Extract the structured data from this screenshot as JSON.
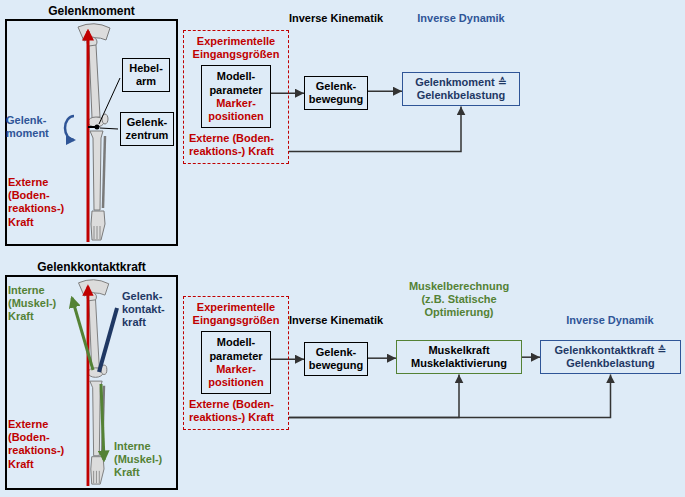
{
  "diagram": {
    "nodes": [
      {
        "text": [
          "Gelenkmoment"
        ]
      },
      {
        "text": [
          "Hebel- arm"
        ],
        "in": 0
      },
      {
        "text": [
          "Gelenk- zentrum"
        ],
        "in": 0
      },
      {
        "text": [
          "Experimentelle Eingangsgrößen",
          "Externe (Boden- reaktions-) Kraft"
        ]
      },
      {
        "text": [
          "Modell- parameter",
          "Marker- positionen"
        ],
        "in": 3
      },
      {
        "text": [
          "Gelenk- bewegung"
        ]
      },
      {
        "text": [
          "Gelenkmoment ≙ Gelenkbelastung"
        ]
      },
      {
        "text": [
          "Gelenkkontaktkraft"
        ]
      },
      {
        "text": [
          "Experimentelle Eingangsgrößen",
          "Externe (Boden- reaktions-) Kraft"
        ]
      },
      {
        "text": [
          "Modell- parameter",
          "Marker- positionen"
        ],
        "in": 8
      },
      {
        "text": [
          "Gelenk- bewegung"
        ]
      },
      {
        "text": [
          "Muskelkraft Muskelaktivierung"
        ]
      },
      {
        "text": [
          "Gelenkkontaktkraft ≙ Gelenkbelastung"
        ]
      }
    ],
    "edges": [
      {
        "from": 4,
        "to": 5,
        "arrow": "to"
      },
      {
        "from": 5,
        "to": 6,
        "arrow": "to"
      },
      {
        "from": 3,
        "to": 6,
        "arrow": "to"
      },
      {
        "from": 9,
        "to": 10,
        "arrow": "to"
      },
      {
        "from": 10,
        "to": 11,
        "arrow": "to"
      },
      {
        "from": 11,
        "to": 12,
        "arrow": "to"
      },
      {
        "from": 8,
        "to": 11,
        "arrow": "to"
      },
      {
        "from": 8,
        "to": 12,
        "arrow": "to"
      }
    ],
    "labels": [
      "Gelenk- moment",
      "Externe (Boden- reaktions-) Kraft",
      "Inverse Kinematik",
      "Inverse Dynamik",
      "Interne (Muskel-) Kraft",
      "Gelenk- kontakt- kraft",
      "Externe (Boden- reaktions-) Kraft",
      "Interne (Muskel-) Kraft",
      "Inverse Kinematik",
      "Muskelberechnung (z.B. Statische Optimierung)",
      "Inverse Dynamik"
    ]
  }
}
